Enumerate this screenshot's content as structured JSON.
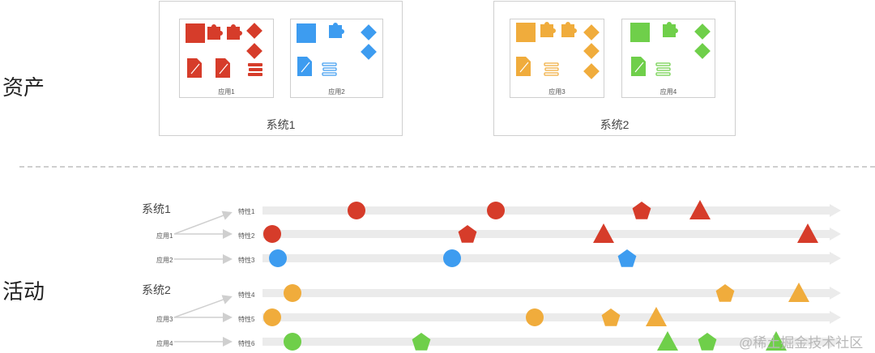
{
  "sections": {
    "assets": "资产",
    "activities": "活动"
  },
  "systems": [
    {
      "label": "系统1",
      "apps": [
        {
          "label": "应用1",
          "color": "#d63c2a"
        },
        {
          "label": "应用2",
          "color": "#3d9cf0"
        }
      ]
    },
    {
      "label": "系统2",
      "apps": [
        {
          "label": "应用3",
          "color": "#f0ac3c"
        },
        {
          "label": "应用4",
          "color": "#6fcf4a"
        }
      ]
    }
  ],
  "activity_rows": [
    {
      "system": "系统1",
      "app": "应用1",
      "feature": "特性1",
      "color": "#d63c2a",
      "shapes": [
        "circle",
        "circle",
        "pentagon",
        "triangle"
      ]
    },
    {
      "system": "",
      "app": "应用1",
      "feature": "特性2",
      "color": "#d63c2a",
      "shapes": [
        "circle",
        "pentagon",
        "triangle",
        "triangle"
      ]
    },
    {
      "system": "",
      "app": "应用2",
      "feature": "特性3",
      "color": "#3d9cf0",
      "shapes": [
        "circle",
        "circle",
        "pentagon"
      ]
    },
    {
      "system": "系统2",
      "app": "应用3",
      "feature": "特性4",
      "color": "#f0ac3c",
      "shapes": [
        "circle",
        "pentagon",
        "triangle"
      ]
    },
    {
      "system": "",
      "app": "应用3",
      "feature": "特性5",
      "color": "#f0ac3c",
      "shapes": [
        "circle",
        "circle",
        "pentagon",
        "triangle"
      ]
    },
    {
      "system": "",
      "app": "应用4",
      "feature": "特性6",
      "color": "#6fcf4a",
      "shapes": [
        "circle",
        "pentagon",
        "triangle",
        "pentagon",
        "triangle"
      ]
    }
  ],
  "watermark": "@稀土掘金技术社区"
}
